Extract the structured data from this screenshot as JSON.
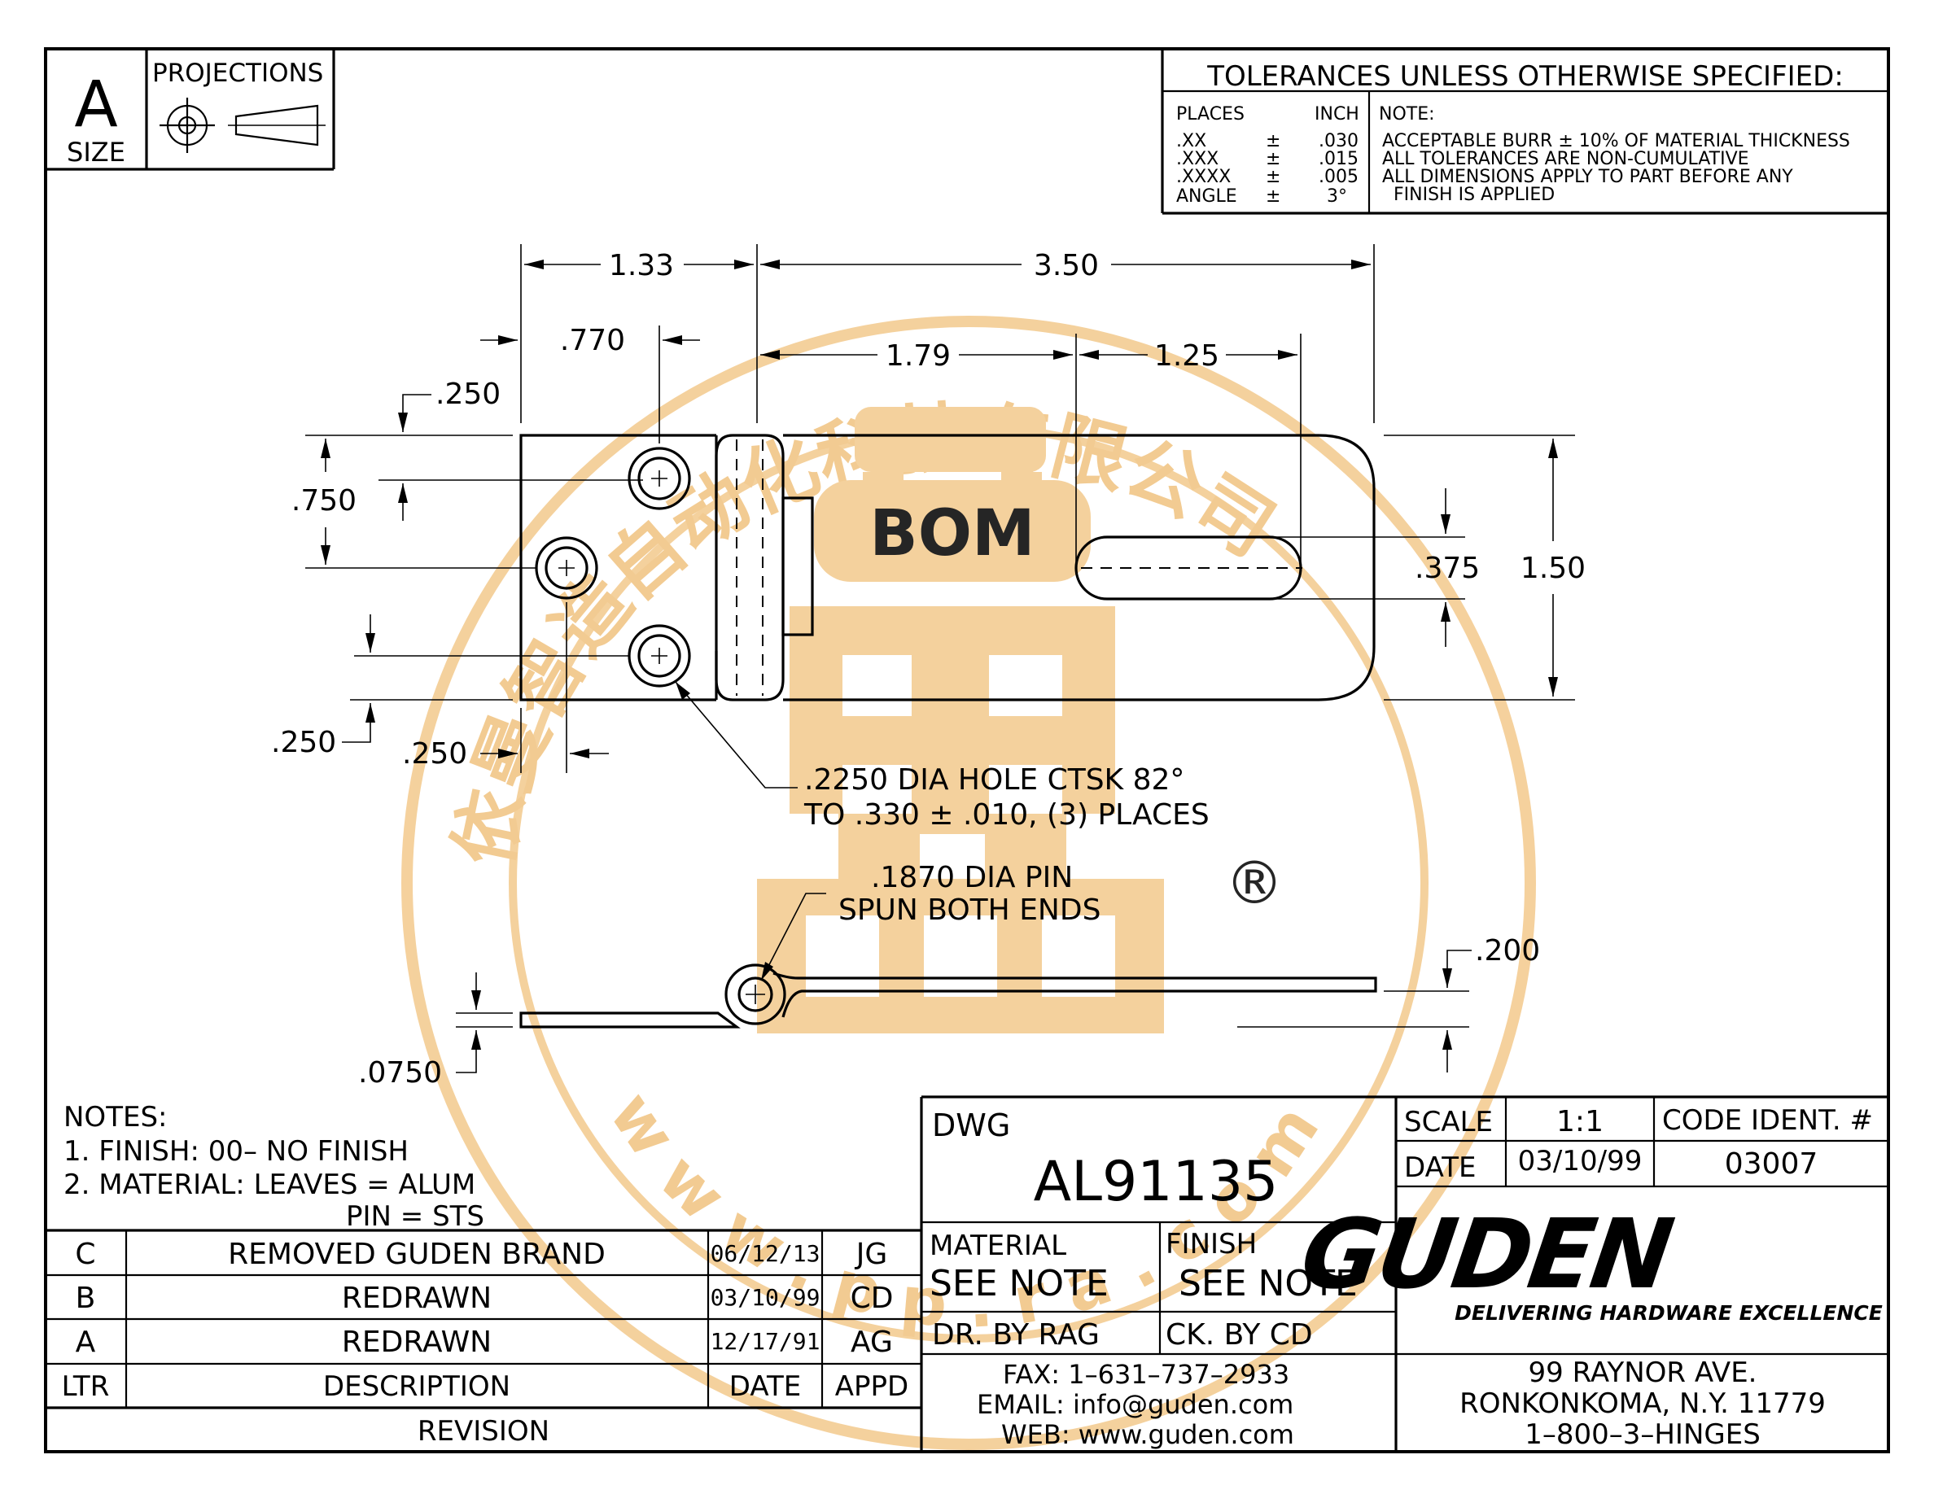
{
  "size_block": {
    "size_letter": "A",
    "size_label": "SIZE",
    "projections_label": "PROJECTIONS"
  },
  "tolerances": {
    "title": "TOLERANCES UNLESS OTHERWISE SPECIFIED:",
    "places_header": "PLACES",
    "inch_header": "INCH",
    "rows": [
      {
        "place": ".XX",
        "sign": "±",
        "value": ".030"
      },
      {
        "place": ".XXX",
        "sign": "±",
        "value": ".015"
      },
      {
        "place": ".XXXX",
        "sign": "±",
        "value": ".005"
      },
      {
        "place": "ANGLE",
        "sign": "±",
        "value": "3°"
      }
    ],
    "note_header": "NOTE:",
    "notes": [
      "ACCEPTABLE BURR ± 10% OF MATERIAL THICKNESS",
      "ALL TOLERANCES ARE NON-CUMULATIVE",
      "ALL DIMENSIONS APPLY TO PART BEFORE ANY",
      "FINISH IS APPLIED"
    ]
  },
  "dimensions": {
    "d_133": "1.33",
    "d_350": "3.50",
    "d_770": ".770",
    "d_179": "1.79",
    "d_125": "1.25",
    "d_250_top": ".250",
    "d_750": ".750",
    "d_375": ".375",
    "d_150": "1.50",
    "d_250_left": ".250",
    "d_250_bottom": ".250",
    "d_200": ".200",
    "d_0750": ".0750"
  },
  "callouts": {
    "hole_line1": ".2250 DIA HOLE CTSK 82°",
    "hole_line2": "TO .330 ± .010, (3) PLACES",
    "pin_line1": ".1870 DIA PIN",
    "pin_line2": "SPUN BOTH ENDS"
  },
  "notes": {
    "header": "NOTES:",
    "line1": "1. FINISH:  00–  NO FINISH",
    "line2": "2. MATERIAL:  LEAVES  =  ALUM",
    "line3": "PIN  =  STS"
  },
  "revisions": {
    "rows": [
      {
        "ltr": "C",
        "description": "REMOVED GUDEN BRAND",
        "date": "06/12/13",
        "appd": "JG"
      },
      {
        "ltr": "B",
        "description": "REDRAWN",
        "date": "03/10/99",
        "appd": "CD"
      },
      {
        "ltr": "A",
        "description": "REDRAWN",
        "date": "12/17/91",
        "appd": "AG"
      }
    ],
    "header": {
      "ltr": "LTR",
      "description": "DESCRIPTION",
      "date": "DATE",
      "appd": "APPD"
    },
    "footer": "REVISION"
  },
  "title_block": {
    "dwg_label": "DWG",
    "dwg_number": "AL91135",
    "material_label": "MATERIAL",
    "material_value": "SEE  NOTE",
    "finish_label": "FINISH",
    "finish_value": "SEE  NOTE",
    "drawn_by": "DR. BY  RAG",
    "checked_by": "CK. BY   CD",
    "fax": "FAX:  1–631–737–2933",
    "email": "EMAIL:  info@guden.com",
    "web": "WEB:  www.guden.com",
    "scale_label": "SCALE",
    "scale_value": "1:1",
    "code_label": "CODE  IDENT.  #",
    "code_value": "03007",
    "date_label": "DATE",
    "date_value": "03/10/99",
    "company_logo": "GUDEN",
    "tagline": "DELIVERING HARDWARE EXCELLENCE",
    "address1": "99  RAYNOR  AVE.",
    "address2": "RONKONKOMA,  N.Y.  11779",
    "phone": "1–800–3–HINGES"
  },
  "watermark": {
    "arc_text": "依曼智造自动化科技有限公司",
    "center_text": "BOM",
    "bottom_text": "www.pp.ra.com",
    "registered": "®",
    "color": "#f3c98c"
  }
}
